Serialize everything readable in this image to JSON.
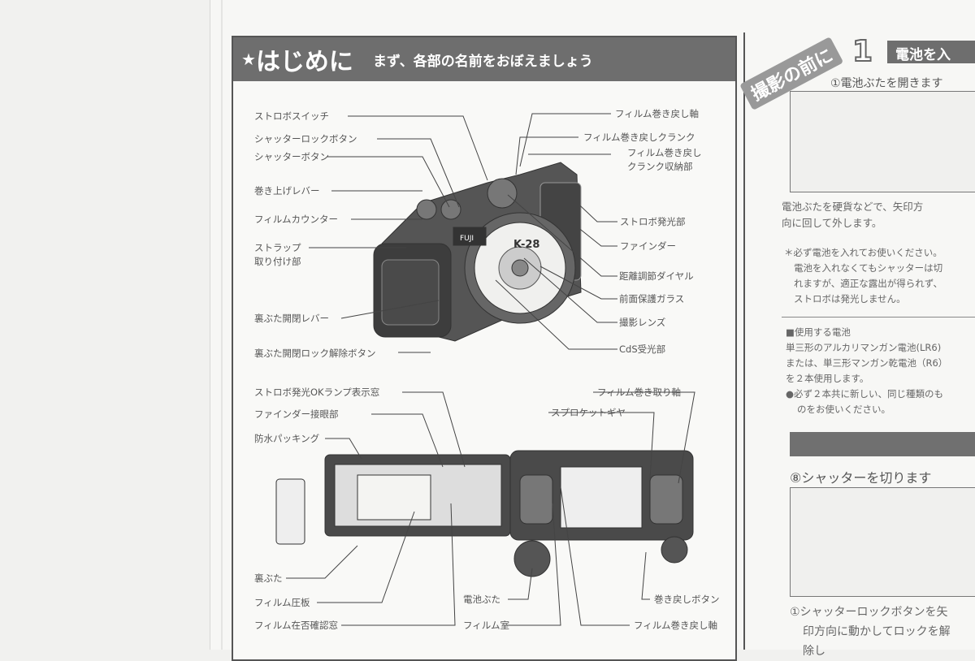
{
  "header": {
    "star": "★",
    "title": "はじめに",
    "subtitle": "まず、各部の名前をおぼえましょう"
  },
  "front_labels_left": [
    "ストロボスイッチ",
    "シャッターロックボタン",
    "シャッターボタン",
    "巻き上げレバー",
    "フィルムカウンター",
    "ストラップ",
    "取り付け部",
    "裏ぶた開閉レバー",
    "裏ぶた開閉ロック解除ボタン"
  ],
  "front_labels_right": [
    "フィルム巻き戻し軸",
    "フィルム巻き戻しクランク",
    "フィルム巻き戻し",
    "クランク収納部",
    "ストロボ発光部",
    "ファインダー",
    "距離調節ダイヤル",
    "前面保護ガラス",
    "撮影レンズ",
    "CdS受光部"
  ],
  "camera_brand": "FUJI",
  "camera_model": "K-28",
  "back_labels": [
    "ストロボ発光OKランプ表示窓",
    "ファインダー接眼部",
    "防水パッキング",
    "裏ぶた",
    "フィルム圧板",
    "フィルム在否確認窓",
    "電池ぶた",
    "フィルム室",
    "フィルム巻き取り軸",
    "スプロケットギヤ",
    "巻き戻しボタン",
    "フィルム巻き戻し軸"
  ],
  "right": {
    "arc_label": "撮影の前に",
    "step_number": "1",
    "section_title": "電池を入",
    "step1_title": "①電池ぶたを開きます",
    "step1_text": [
      "電池ぶたを硬貨などで、矢印方",
      "向に回して外します。"
    ],
    "note": [
      "＊必ず電池を入れてお使いください。",
      "電池を入れなくてもシャッターは切",
      "れますが、適正な露出が得られず、",
      "ストロボは発光しません。"
    ],
    "battery_heading": "■使用する電池",
    "battery_text": [
      "単三形のアルカリマンガン電池(LR6)",
      "または、単三形マンガン乾電池（R6）",
      "を２本使用します。",
      "●必ず２本共に新しい、同じ種類のも",
      "のをお使いください。"
    ],
    "step8_title": "⑧シャッターを切ります",
    "step8_text": [
      "①シャッターロックボタンを矢",
      "印方向に動かしてロックを解",
      "除し"
    ]
  }
}
